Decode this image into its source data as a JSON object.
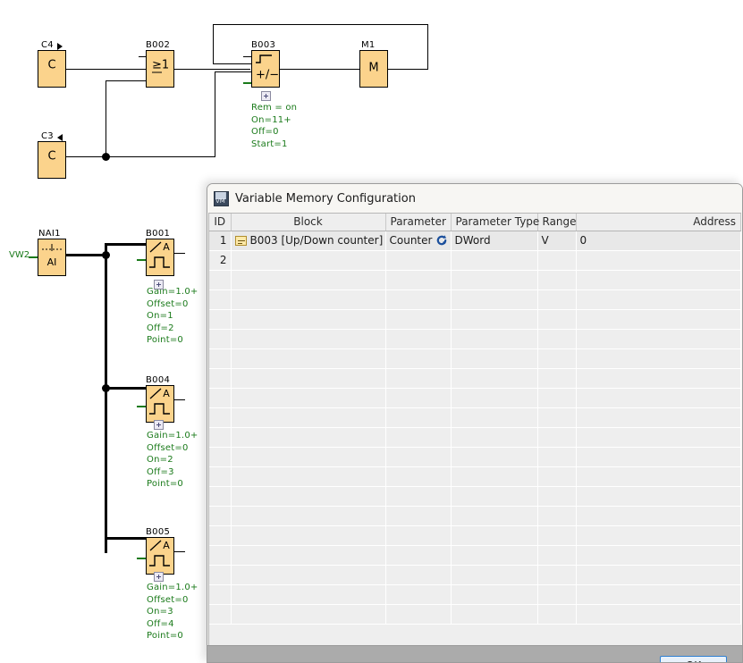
{
  "diagram": {
    "blocks": [
      {
        "id": "C4",
        "label": "C4",
        "glyph": "C",
        "marker": "arrow-right"
      },
      {
        "id": "B002",
        "label": "B002",
        "glyph": ">1",
        "marker": "none"
      },
      {
        "id": "B003",
        "label": "B003",
        "glyph": "+/-",
        "marker": "none"
      },
      {
        "id": "M1",
        "label": "M1",
        "glyph": "M",
        "marker": "none"
      },
      {
        "id": "C3",
        "label": "C3",
        "glyph": "C",
        "marker": "arrow-left"
      },
      {
        "id": "NAI1",
        "label": "NAI1",
        "glyph": "AI",
        "marker": "none"
      },
      {
        "id": "B001",
        "label": "B001",
        "glyph": "A",
        "marker": "none"
      },
      {
        "id": "B004",
        "label": "B004",
        "glyph": "A",
        "marker": "none"
      },
      {
        "id": "B005",
        "label": "B005",
        "glyph": "A",
        "marker": "none"
      }
    ],
    "signal_label": "VW2",
    "notes": {
      "b003": "Rem = on\nOn=11+\nOff=0\nStart=1",
      "b001": "Gain=1.0+\nOffset=0\nOn=1\nOff=2\nPoint=0",
      "b004": "Gain=1.0+\nOffset=0\nOn=2\nOff=3\nPoint=0",
      "b005": "Gain=1.0+\nOffset=0\nOn=3\nOff=4\nPoint=0"
    },
    "colors": {
      "block_fill": "#FBD38C",
      "block_stroke": "#000000",
      "note_text": "#1a7a1a",
      "wire": "#000000"
    }
  },
  "dialog": {
    "title": "Variable Memory Configuration",
    "icon": "vm-config-icon",
    "table": {
      "columns": [
        {
          "key": "id",
          "label": "ID"
        },
        {
          "key": "block",
          "label": "Block"
        },
        {
          "key": "parameter",
          "label": "Parameter"
        },
        {
          "key": "parameter_type",
          "label": "Parameter Type"
        },
        {
          "key": "range",
          "label": "Range"
        },
        {
          "key": "address",
          "label": "Address"
        }
      ],
      "rows": [
        {
          "id": "1",
          "block": "B003 [Up/Down counter]",
          "parameter": "Counter",
          "parameter_type": "DWord",
          "range": "V",
          "address": "0"
        },
        {
          "id": "2",
          "block": "",
          "parameter": "",
          "parameter_type": "",
          "range": "",
          "address": ""
        }
      ]
    },
    "footer": {
      "ok_label": "OK"
    }
  }
}
